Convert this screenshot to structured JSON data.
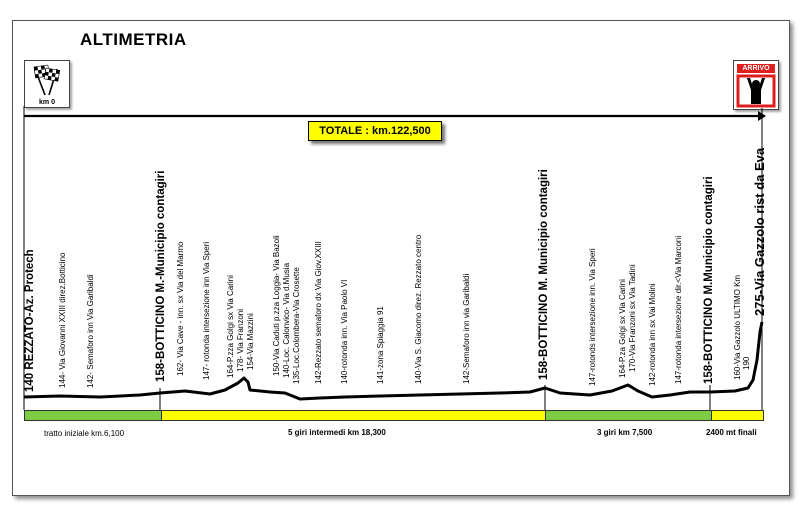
{
  "title": "ALTIMETRIA",
  "start": {
    "km_label": "km 0",
    "icon": "checkered-flag-icon"
  },
  "finish": {
    "label": "ARRIVO",
    "icon": "finish-athlete-icon"
  },
  "total_label": "TOTALE : km.122,500",
  "colors": {
    "green": "#7dcd44",
    "yellow": "#ffff00",
    "arrivo_red": "#e01e1e"
  },
  "waypoints": [
    "140 REZZATO-Az. Protech",
    "144- Via Giovanni XXIII direz.Botticino",
    "142- Semaforo inn Via Garibaldi",
    "158-BOTTICINO M.-Municipio contagiri",
    "162- Via Cave - inn. sx Via del Marmo",
    "147- rotonda intersezione inn Via Speri",
    "164-P.zza Golgi sx Via Carini",
    "178- Via Franzoni",
    "154-Via Mazzini",
    "150-Via Caduti p.zza Loggia- Via Bazoli",
    "140-Loc. Calonvico- Via d.Musia",
    "135-Loc.Colombera-Via Crosette",
    "142-Rezzato semaforo dx Via Giov.XXIII",
    "140-rotonda inn. Via Paolo VI",
    "141-zona Spiaggia 91",
    "140-Via S. Giacomo direz. Rezzato centro",
    "142-Semaforo inn via Garibaldi",
    "158-BOTTICINO M. Municipio contagiri",
    "147-rotonds intersezione inn. Via Speri",
    "164-P.za Golgi sx Via Carini",
    "170-Via Franzoni sx Via Tadini",
    "142-rotonda inn sx Vai Molini",
    "147-rotonda intersezione dir.<Via Marconi",
    "158-BOTTICINO M.Municipio contagiri",
    "160-Via Gazzolo ULTIMO Km",
    "190",
    "275-Via Gazzolo rist da Eva"
  ],
  "segments": [
    {
      "caption": "tratto iniziale km.6,100",
      "color": "green"
    },
    {
      "caption": "5 giri intermedi km 18,300",
      "color": "yellow"
    },
    {
      "caption": "3 giri km 7,500",
      "color": "green"
    },
    {
      "caption": "2400 mt finali",
      "color": "yellow"
    }
  ]
}
